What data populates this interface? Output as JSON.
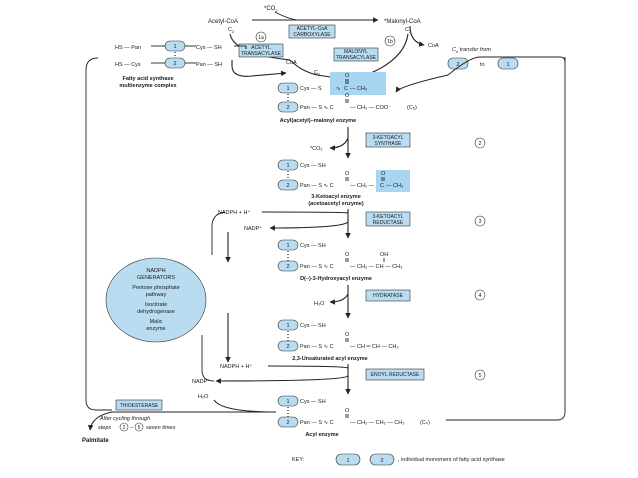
{
  "top": {
    "co2": "*CO",
    "co2_sub": "2",
    "acetyl_coa": "Acetyl-CoA",
    "c2": "C",
    "c2_sub": "2",
    "malonyl_coa": "*Malonyl-CoA",
    "c3": "C",
    "c3_sub": "3",
    "coa": "CoA",
    "coa2": "CoA",
    "step_1a": "1a",
    "step_1b": "1b",
    "c2b": "C",
    "c2b_sub": "2"
  },
  "enzymes": {
    "acetyl_coa_carboxylase": [
      "ACETYL-CoA",
      "CARBOXYLASE"
    ],
    "acetyl_transacylase": [
      "ACETYL",
      "TRANSACYLASE"
    ],
    "malonyl_transacylase": [
      "MALONYL",
      "TRANSACYLASE"
    ],
    "ketoacyl_synthase": [
      "3-KETOACYL",
      "SYNTHASE"
    ],
    "ketoacyl_reductase": [
      "3-KETOACYL",
      "REDUCTASE"
    ],
    "hydratase": "HYDRATASE",
    "enoyl_reductase": "ENOYL REDUCTASE",
    "thioesterase": "THIOESTERASE"
  },
  "multienzyme": {
    "hs_pan": "HS — Pan",
    "cys_sh": "Cys — SH",
    "hs_cys": "HS — Cys",
    "pan_sh": "Pan — SH",
    "name": [
      "Fatty acid synthase",
      "multienzyme complex"
    ]
  },
  "transfer": {
    "label": "C",
    "label_sub": "n",
    "label_rest": " transfer from",
    "from": "2",
    "to_word": "to",
    "to": "1"
  },
  "monomers": {
    "one": "1",
    "two": "2"
  },
  "groups": {
    "cys_s": "Cys — S",
    "cys_sh": "Cys — SH",
    "pan_s": "Pan — S"
  },
  "chem": {
    "acyl_malonyl_tail": "— CH₂ — COO⁻",
    "c5": "(C₅)",
    "keto_tail": "— CH₂ —",
    "keto_end": "— CH₃",
    "hydroxy_tail": "— CH₂ — CH — CH₃",
    "oh": "OH",
    "unsat_tail": "— CH ═ CH — CH₃",
    "acyl_tail": "— CH₂ — CH₂ — CH₃",
    "cn": "(Cₙ)",
    "ch3": "— CH₃",
    "o": "O",
    "c": "C",
    "pan_c": "Pan — S ∿ C",
    "pan_c_start": "Pan — S ∿ C"
  },
  "structures": {
    "acyl_malonyl": "Acyl(acetyl)–malonyl enzyme",
    "ketoacyl": [
      "3-Ketoacyl enzyme",
      "(acetoacetyl enzyme)"
    ],
    "hydroxyacyl": "D(–)-3-Hydroxyacyl enzyme",
    "unsaturated": "2,3-Unsaturated acyl enzyme",
    "acyl": "Acyl enzyme"
  },
  "cofactors": {
    "co2": "*CO₂",
    "nadph1": "NADPH + H⁺",
    "nadp1": "NADP⁺",
    "h2o1": "H₂O",
    "nadph2": "NADPH + H⁺",
    "nadp2": "NADP⁺",
    "h2o2": "H₂O"
  },
  "steps": {
    "s2": "2",
    "s3": "3",
    "s4": "4",
    "s5": "5"
  },
  "nadph_generators": {
    "title": [
      "NADPH",
      "GENERATORS"
    ],
    "ppp": [
      "Pentose phosphate",
      "pathway"
    ],
    "icdh": [
      "Isocitrate",
      "dehydrogenase"
    ],
    "malic": [
      "Malic",
      "enzyme"
    ]
  },
  "cycling": {
    "line1": "After cycling through",
    "line2_pre": "steps",
    "s2": "2",
    "dash": "–",
    "s5": "5",
    "line2_post": "seven times",
    "product": "Palmitate"
  },
  "key": {
    "label": "KEY:",
    "one": "1",
    "two": "2",
    "text": ", individual monomers of fatty acid synthase"
  }
}
